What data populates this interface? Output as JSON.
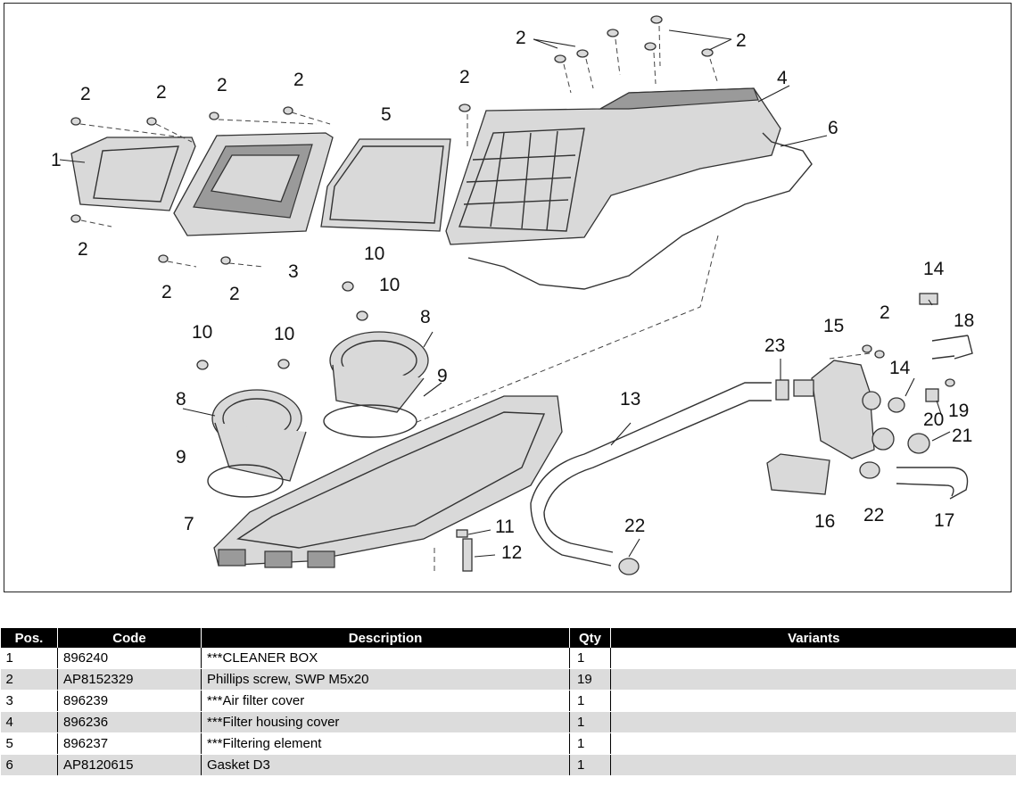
{
  "diagram": {
    "callouts": [
      "1",
      "2",
      "3",
      "4",
      "5",
      "6",
      "7",
      "8",
      "9",
      "10",
      "11",
      "12",
      "13",
      "14",
      "15",
      "16",
      "17",
      "18",
      "19",
      "20",
      "21",
      "22",
      "23"
    ]
  },
  "table": {
    "headers": {
      "pos": "Pos.",
      "code": "Code",
      "description": "Description",
      "qty": "Qty",
      "variants": "Variants"
    },
    "rows": [
      {
        "pos": "1",
        "code": "896240",
        "description": "***CLEANER BOX",
        "qty": "1",
        "variants": ""
      },
      {
        "pos": "2",
        "code": "AP8152329",
        "description": "Phillips screw, SWP M5x20",
        "qty": "19",
        "variants": ""
      },
      {
        "pos": "3",
        "code": "896239",
        "description": "***Air filter cover",
        "qty": "1",
        "variants": ""
      },
      {
        "pos": "4",
        "code": "896236",
        "description": "***Filter housing cover",
        "qty": "1",
        "variants": ""
      },
      {
        "pos": "5",
        "code": "896237",
        "description": "***Filtering element",
        "qty": "1",
        "variants": ""
      },
      {
        "pos": "6",
        "code": "AP8120615",
        "description": "Gasket D3",
        "qty": "1",
        "variants": ""
      }
    ]
  },
  "colors": {
    "header_bg": "#000000",
    "header_text": "#ffffff",
    "alt_row_bg": "#dcdcdc"
  }
}
